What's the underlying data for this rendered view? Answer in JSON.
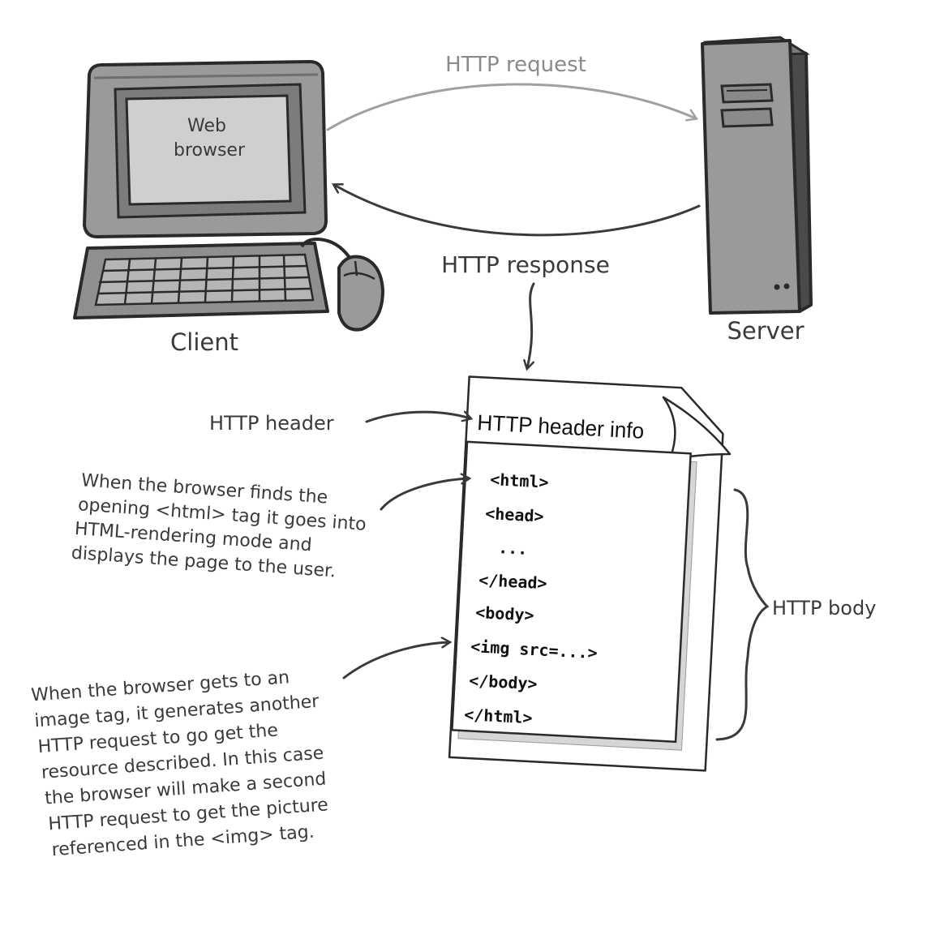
{
  "client": {
    "screen_text": [
      "Web",
      "browser"
    ],
    "label": "Client"
  },
  "server": {
    "label": "Server"
  },
  "arrows": {
    "request_label": "HTTP request",
    "response_label": "HTTP response"
  },
  "document": {
    "header_info": "HTTP header info",
    "code_lines": [
      "<html>",
      "<head>",
      "...",
      "</head>",
      "<body>",
      "<img src=...>",
      "</body>",
      "</html>"
    ]
  },
  "annotations": {
    "header_label": "HTTP header",
    "body_label": "HTTP body",
    "html_tag_note": [
      "When the browser finds the",
      "opening <html> tag it goes into",
      "HTML-rendering mode and",
      "displays the page to the user."
    ],
    "image_tag_note": [
      "When the browser gets to an",
      "image tag, it generates another",
      "HTTP request to go get the",
      "resource described.  In this case",
      "the browser will make a second",
      "HTTP request to get the picture",
      "referenced in the <img> tag."
    ]
  },
  "colors": {
    "device_fill": "#9a9a9a",
    "device_dark": "#555555",
    "screen_fill": "#cfcfcf",
    "ink": "#3a3a3a",
    "request_arrow": "#a0a0a0"
  }
}
